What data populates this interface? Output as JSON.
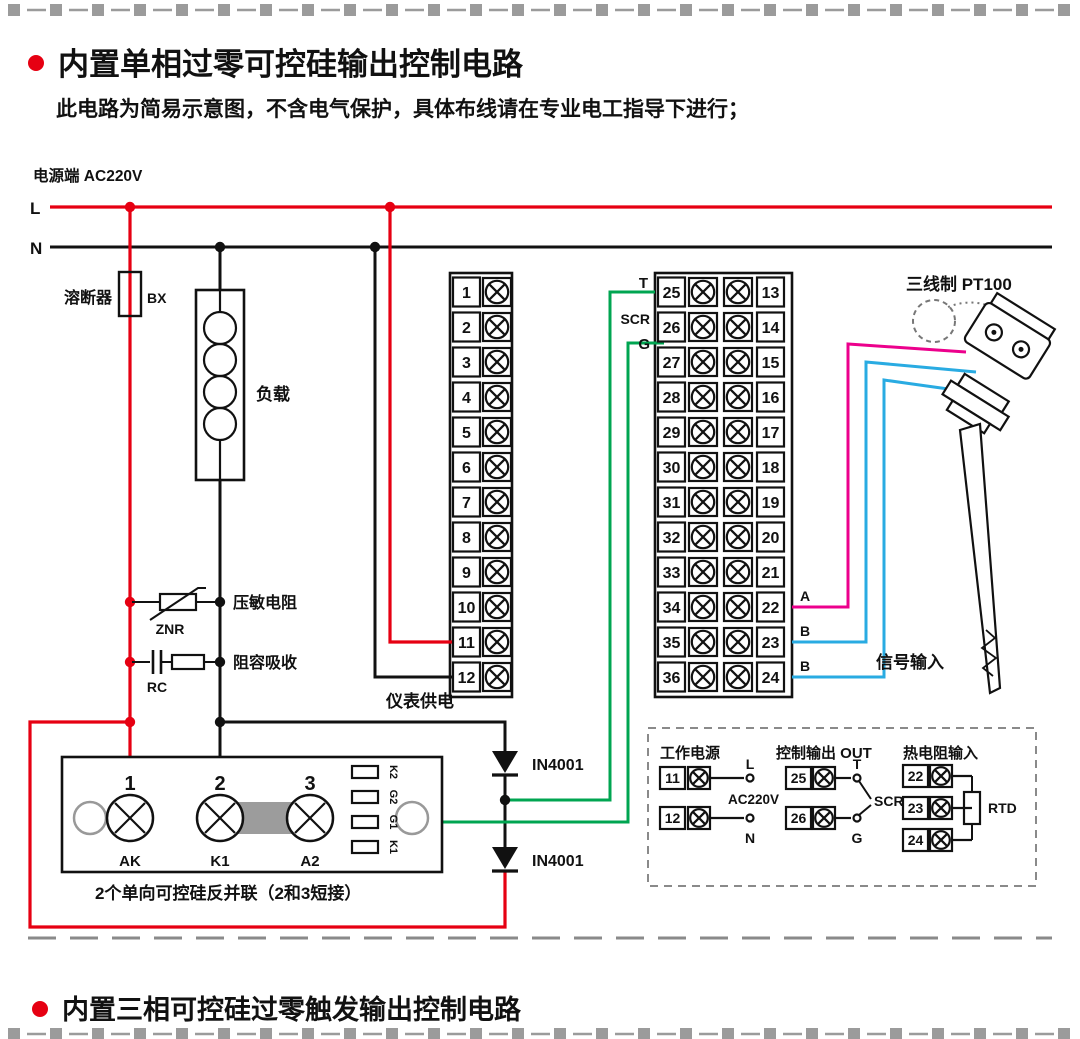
{
  "colors": {
    "live": "#e60012",
    "neutral": "#111111",
    "scr_signal": "#00a551",
    "sensor_a": "#ec008c",
    "sensor_b": "#29abe2",
    "perforation": "#9b9b9b"
  },
  "page": {
    "title": "内置单相过零可控硅输出控制电路",
    "subtitle": "此电路为简易示意图，不含电气保护，具体布线请在专业电工指导下进行；",
    "footer_title": "内置三相可控硅过零触发输出控制电路"
  },
  "power": {
    "source_label": "电源端  AC220V",
    "line_l": "L",
    "line_n": "N"
  },
  "components": {
    "fuse_label": "溶断器",
    "fuse_code": "BX",
    "load_label": "负载",
    "varistor_label": "压敏电阻",
    "varistor_code": "ZNR",
    "rc_label": "阻容吸收",
    "rc_code": "RC",
    "instrument_power_label": "仪表供电",
    "diode_top": "IN4001",
    "diode_bottom": "IN4001",
    "scr_module_caption": "2个单向可控硅反并联（2和3短接）",
    "sensor_label": "三线制 PT100",
    "signal_input_label": "信号输入"
  },
  "terminal_block_left": {
    "numbers": [
      "1",
      "2",
      "3",
      "4",
      "5",
      "6",
      "7",
      "8",
      "9",
      "10",
      "11",
      "12"
    ]
  },
  "terminal_block_right": {
    "left_numbers": [
      "25",
      "26",
      "27",
      "28",
      "29",
      "30",
      "31",
      "32",
      "33",
      "34",
      "35",
      "36"
    ],
    "right_numbers": [
      "13",
      "14",
      "15",
      "16",
      "17",
      "18",
      "19",
      "20",
      "21",
      "22",
      "23",
      "24"
    ],
    "labels": {
      "t": "T",
      "scr": "SCR",
      "g": "G",
      "a": "A",
      "b1": "B",
      "b2": "B"
    }
  },
  "scr_module": {
    "terminal_numbers": [
      "1",
      "2",
      "3"
    ],
    "pin_labels": [
      "AK",
      "K1",
      "A2"
    ],
    "strip_labels": [
      "K2",
      "G2",
      "G1",
      "K1"
    ]
  },
  "legend": {
    "power": {
      "title": "工作电源",
      "rows": [
        {
          "n": "11",
          "label": "L"
        },
        {
          "n": "12",
          "label": "N"
        }
      ],
      "voltage": "AC220V"
    },
    "output": {
      "title": "控制输出 OUT",
      "rows": [
        {
          "n": "25",
          "label": "T"
        },
        {
          "n": "26",
          "label": "G"
        }
      ],
      "mid_label": "SCR"
    },
    "rtd": {
      "title": "热电阻输入",
      "rows": [
        "22",
        "23",
        "24"
      ],
      "label": "RTD"
    }
  }
}
